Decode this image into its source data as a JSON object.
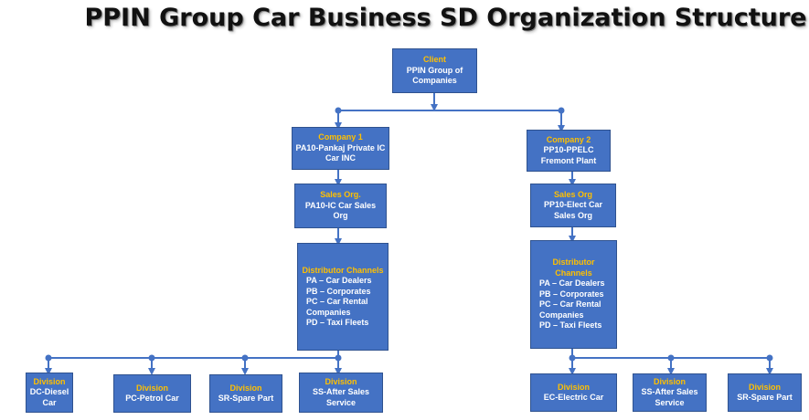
{
  "title": "PPIN Group Car Business SD Organization Structure",
  "colors": {
    "box_fill": "#4472c4",
    "box_border": "#2f528f",
    "heading": "#ffc000",
    "connector": "#4472c4"
  },
  "client": {
    "heading": "Client",
    "text": "PPIN Group of Companies"
  },
  "company1": {
    "heading": "Company 1",
    "text": "PA10-Pankaj Private IC Car INC",
    "sales_org": {
      "heading": "Sales Org.",
      "text": "PA10-IC Car Sales Org"
    },
    "channels": {
      "heading": "Distributor Channels",
      "items": [
        "PA – Car Dealers",
        "PB – Corporates",
        "PC – Car Rental Companies",
        "PD – Taxi Fleets"
      ]
    },
    "divisions": [
      {
        "heading": "Division",
        "text": "DC-Diesel Car"
      },
      {
        "heading": "Division",
        "text": "PC-Petrol Car"
      },
      {
        "heading": "Division",
        "text": "SR-Spare Part"
      },
      {
        "heading": "Division",
        "text": "SS-After Sales Service"
      }
    ]
  },
  "company2": {
    "heading": "Company 2",
    "text": "PP10-PPELC Fremont Plant",
    "sales_org": {
      "heading": "Sales Org",
      "text": "PP10-Elect Car Sales Org"
    },
    "channels": {
      "heading": "Distributor Channels",
      "items": [
        "PA – Car Dealers",
        "PB – Corporates",
        "PC – Car Rental Companies",
        "PD – Taxi Fleets"
      ]
    },
    "divisions": [
      {
        "heading": "Division",
        "text": "EC-Electric Car"
      },
      {
        "heading": "Division",
        "text": "SS-After Sales Service"
      },
      {
        "heading": "Division",
        "text": "SR-Spare Part"
      }
    ]
  }
}
